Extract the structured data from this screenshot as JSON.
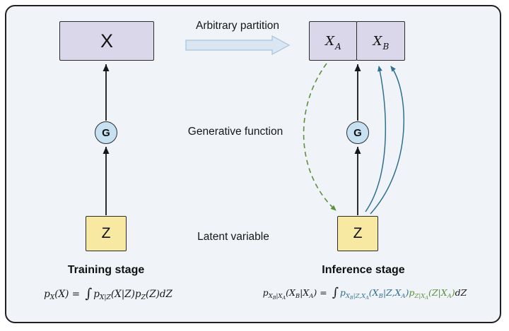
{
  "colors": {
    "background": "#f0f4f8",
    "frame_border": "#1f2022",
    "box_purple": "#dad7eb",
    "box_border": "#2b2b2b",
    "box_yellow": "#f7e9a1",
    "circle_blue": "#c7e1f2",
    "arrow_black": "#161616",
    "curve_teal": "#2f6f8f",
    "curve_green": "#5d8f3d",
    "block_arrow_fill": "#dae7f3",
    "block_arrow_border": "#a6c3dc"
  },
  "middle_labels": {
    "arbitrary_partition": "Arbitrary partition",
    "generative_function": "Generative function",
    "latent_variable": "Latent variable"
  },
  "training": {
    "x_label": "X",
    "g_label": "G",
    "z_label": "Z",
    "stage_label": "Training stage",
    "formula": [
      {
        "t": "p",
        "l": 0
      },
      {
        "t": "X",
        "l": 1
      },
      {
        "t": "(X) = ",
        "l": 0
      },
      {
        "t": "∫",
        "l": 0,
        "cls": "int"
      },
      {
        "t": "p",
        "l": 0
      },
      {
        "t": "X|Z",
        "l": 1
      },
      {
        "t": "(X|Z)p",
        "l": 0
      },
      {
        "t": "Z",
        "l": 1
      },
      {
        "t": "(Z)dZ",
        "l": 0
      }
    ]
  },
  "inference": {
    "xa_main": "X",
    "xa_sub": "A",
    "xb_main": "X",
    "xb_sub": "B",
    "g_label": "G",
    "z_label": "Z",
    "stage_label": "Inference stage",
    "formula": [
      {
        "t": "p",
        "l": 0
      },
      {
        "t": "X",
        "l": 1
      },
      {
        "t": "B",
        "l": 2
      },
      {
        "t": "|X",
        "l": 1
      },
      {
        "t": "A",
        "l": 2
      },
      {
        "t": "(X",
        "l": 0
      },
      {
        "t": "B",
        "l": 1
      },
      {
        "t": "|X",
        "l": 0
      },
      {
        "t": "A",
        "l": 1
      },
      {
        "t": ") = ",
        "l": 0
      },
      {
        "t": "∫",
        "l": 0,
        "cls": "int"
      },
      {
        "t": "p",
        "l": 0,
        "c": "teal"
      },
      {
        "t": "X",
        "l": 1,
        "c": "teal"
      },
      {
        "t": "B",
        "l": 2,
        "c": "teal"
      },
      {
        "t": "|Z,X",
        "l": 1,
        "c": "teal"
      },
      {
        "t": "A",
        "l": 2,
        "c": "teal"
      },
      {
        "t": "(X",
        "l": 0,
        "c": "teal"
      },
      {
        "t": "B",
        "l": 1,
        "c": "teal"
      },
      {
        "t": "|Z,X",
        "l": 0,
        "c": "teal"
      },
      {
        "t": "A",
        "l": 1,
        "c": "teal"
      },
      {
        "t": ")",
        "l": 0,
        "c": "teal"
      },
      {
        "t": "p",
        "l": 0,
        "c": "green"
      },
      {
        "t": "Z|X",
        "l": 1,
        "c": "green"
      },
      {
        "t": "A",
        "l": 2,
        "c": "green"
      },
      {
        "t": "(Z|X",
        "l": 0,
        "c": "green"
      },
      {
        "t": "A",
        "l": 1,
        "c": "green"
      },
      {
        "t": ")",
        "l": 0,
        "c": "green"
      },
      {
        "t": "dZ",
        "l": 0
      }
    ]
  }
}
